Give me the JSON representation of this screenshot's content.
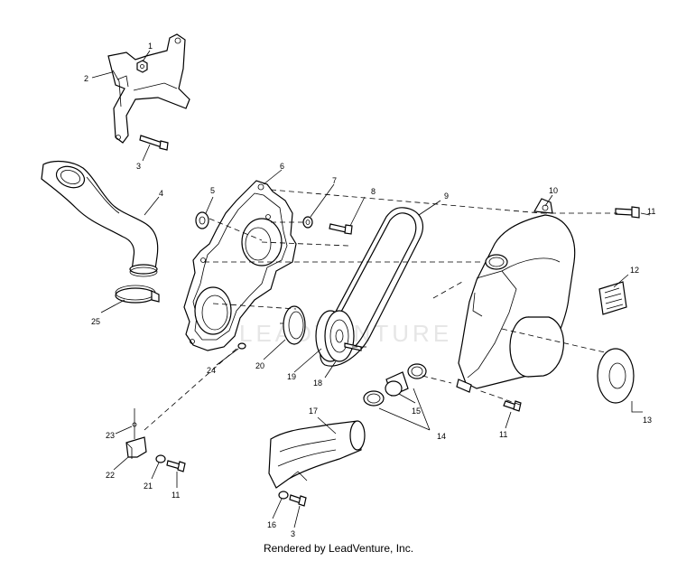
{
  "diagram": {
    "watermark": "LEADVENTURE",
    "footer": "Rendered by LeadVenture, Inc.",
    "callouts": [
      "1",
      "2",
      "3",
      "4",
      "5",
      "6",
      "7",
      "8",
      "9",
      "10",
      "11",
      "12",
      "13",
      "14",
      "15",
      "16",
      "17",
      "18",
      "19",
      "20",
      "21",
      "22",
      "23",
      "24",
      "25"
    ],
    "callout_3b": "3",
    "callout_11b": "11",
    "callout_11c": "11"
  }
}
